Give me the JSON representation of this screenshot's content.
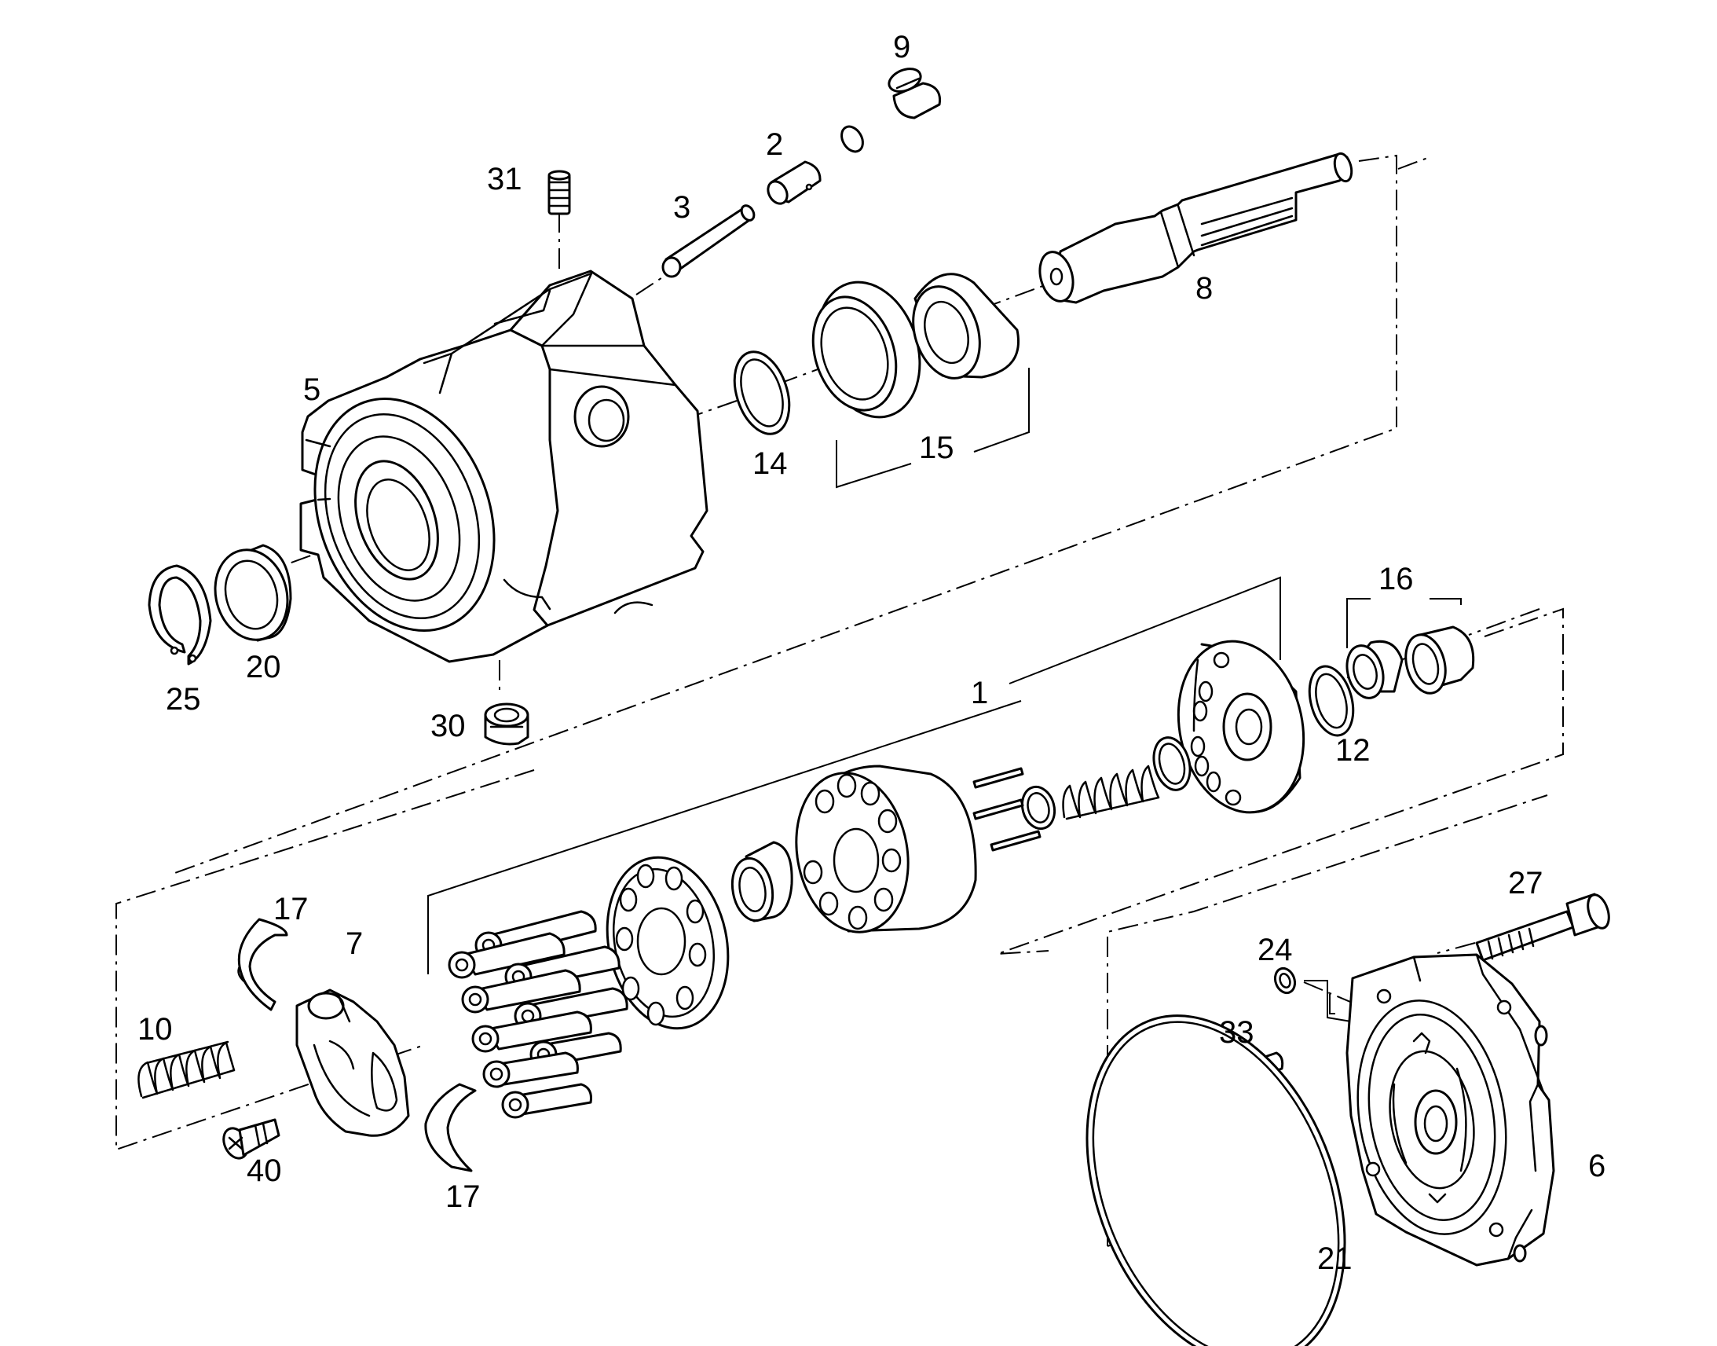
{
  "diagram": {
    "kind": "exploded-parts-view",
    "callouts": [
      {
        "id": "c9",
        "text": "9"
      },
      {
        "id": "c2",
        "text": "2"
      },
      {
        "id": "c31",
        "text": "31"
      },
      {
        "id": "c3",
        "text": "3"
      },
      {
        "id": "c8",
        "text": "8"
      },
      {
        "id": "c5",
        "text": "5"
      },
      {
        "id": "c14",
        "text": "14"
      },
      {
        "id": "c15",
        "text": "15"
      },
      {
        "id": "c16",
        "text": "16"
      },
      {
        "id": "c20",
        "text": "20"
      },
      {
        "id": "c25",
        "text": "25"
      },
      {
        "id": "c1",
        "text": "1"
      },
      {
        "id": "c30",
        "text": "30"
      },
      {
        "id": "c12",
        "text": "12"
      },
      {
        "id": "c27",
        "text": "27"
      },
      {
        "id": "c17a",
        "text": "17"
      },
      {
        "id": "c7",
        "text": "7"
      },
      {
        "id": "c24",
        "text": "24"
      },
      {
        "id": "c10",
        "text": "10"
      },
      {
        "id": "c33",
        "text": "33"
      },
      {
        "id": "c6",
        "text": "6"
      },
      {
        "id": "c40",
        "text": "40"
      },
      {
        "id": "c17b",
        "text": "17"
      },
      {
        "id": "c21",
        "text": "21"
      }
    ]
  }
}
